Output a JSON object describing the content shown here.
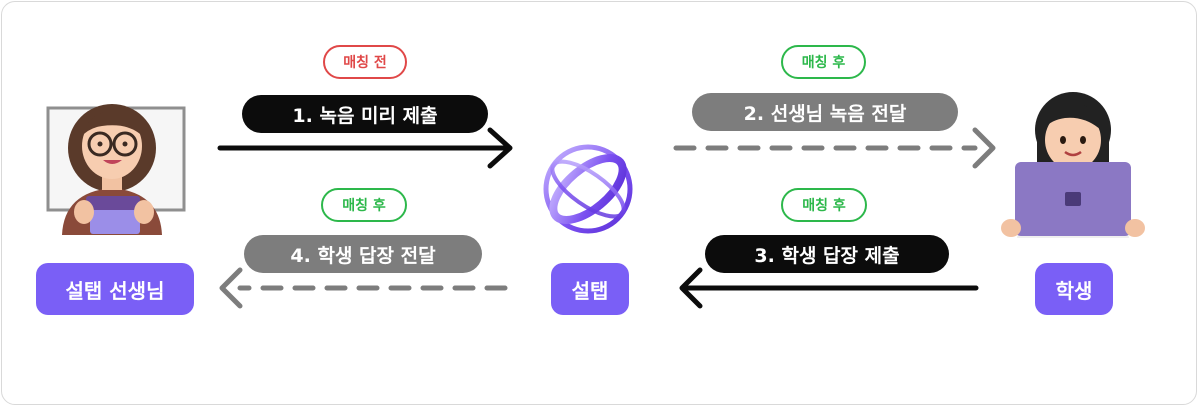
{
  "colors": {
    "accent": "#7a5ff6",
    "badge_before": "#e04848",
    "badge_after": "#2db84b",
    "pill_black": "#0c0c0c",
    "pill_gray": "#7d7d7d"
  },
  "badges": {
    "top_left": "매칭 전",
    "top_right": "매칭 후",
    "bottom_left": "매칭 후",
    "bottom_right": "매칭 후"
  },
  "steps": {
    "step1": "1. 녹음 미리 제출",
    "step2": "2. 선생님 녹음 전달",
    "step3": "3. 학생 답장  제출",
    "step4": "4. 학생 답장 전달"
  },
  "roles": {
    "teacher": "설탭 선생님",
    "platform": "설탭",
    "student": "학생"
  },
  "icons": {
    "teacher": "teacher-avatar-icon",
    "platform": "seoltab-logo-icon",
    "student": "student-laptop-icon"
  }
}
